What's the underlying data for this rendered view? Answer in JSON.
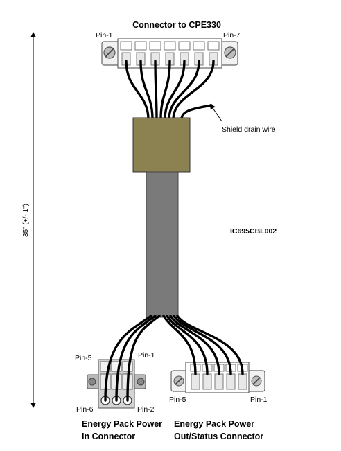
{
  "top_connector": {
    "title": "Connector to CPE330",
    "pin_left": "Pin-1",
    "pin_right": "Pin-7"
  },
  "shield_label": "Shield drain wire",
  "part_number": "IC695CBL002",
  "length_label": "35\" (+/- 1\")",
  "in_connector": {
    "pin_top_left": "Pin-5",
    "pin_top_right": "Pin-1",
    "pin_bottom_left": "Pin-6",
    "pin_bottom_right": "Pin-2",
    "label_line1": "Energy Pack Power",
    "label_line2": "In Connector"
  },
  "out_connector": {
    "pin_left": "Pin-5",
    "pin_right": "Pin-1",
    "label_line1": "Energy Pack Power",
    "label_line2": "Out/Status Connector"
  },
  "colors": {
    "shrink_sleeve": "#8c8150",
    "cable_jacket": "#7a7a7a",
    "connector_body": "#f2f2f2",
    "wire": "#000000"
  }
}
